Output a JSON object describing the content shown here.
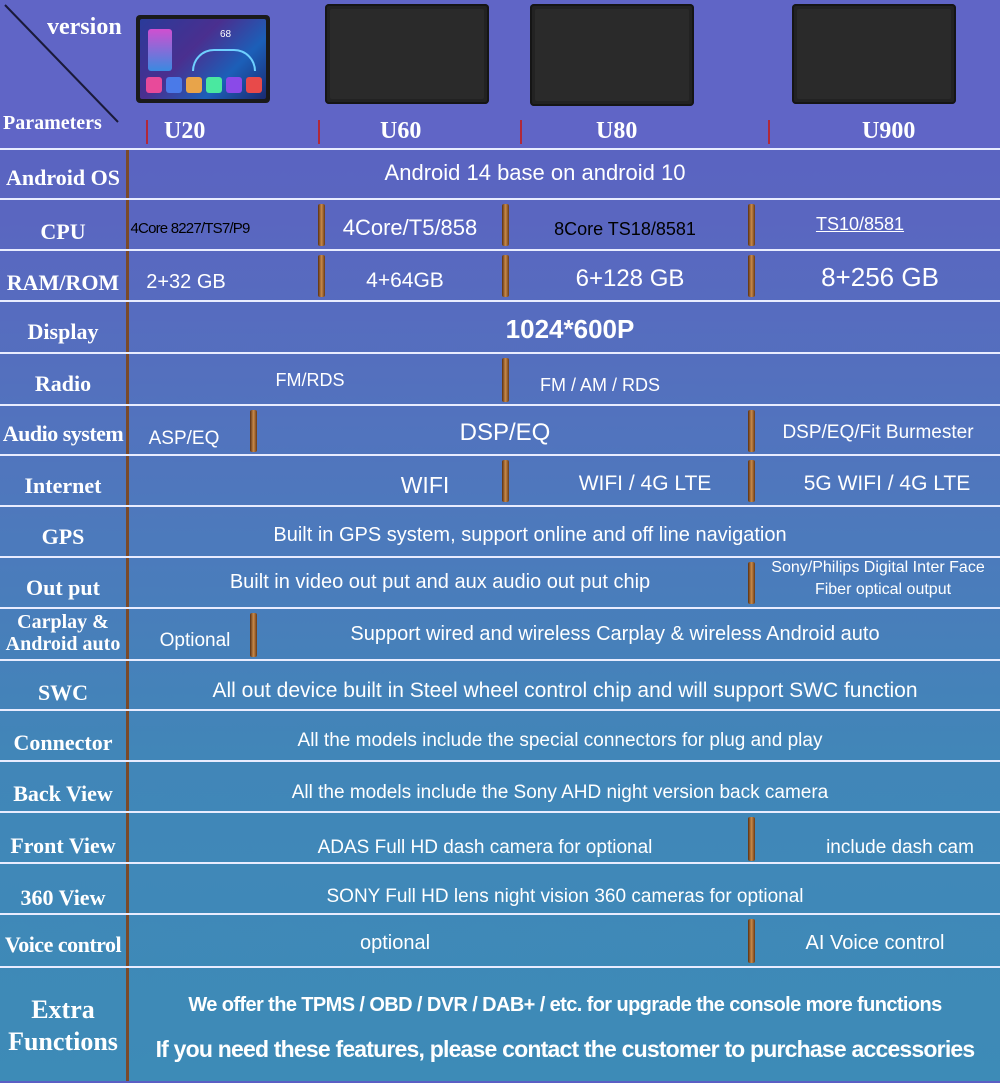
{
  "header": {
    "version_label": "version",
    "parameters_label": "Parameters",
    "models": [
      "U20",
      "U60",
      "U80",
      "U900"
    ],
    "u20_screen_clock": "68"
  },
  "rows": {
    "android_os": {
      "label": "Android OS",
      "value": "Android 14 base on android 10"
    },
    "cpu": {
      "label": "CPU",
      "u20": "4Core 8227/TS7/P9",
      "u60": "4Core/T5/858",
      "u80": "8Core TS18/8581",
      "u900": "TS10/8581"
    },
    "ram_rom": {
      "label": "RAM/ROM",
      "u20": "2+32 GB",
      "u60": "4+64GB",
      "u80": "6+128 GB",
      "u900": "8+256 GB"
    },
    "display": {
      "label": "Display",
      "value": "1024*600P"
    },
    "radio": {
      "label": "Radio",
      "left": "FM/RDS",
      "right": "FM / AM / RDS"
    },
    "audio": {
      "label": "Audio system",
      "u20": "ASP/EQ",
      "mid": "DSP/EQ",
      "u900": "DSP/EQ/Fit Burmester"
    },
    "internet": {
      "label": "Internet",
      "left": "WIFI",
      "u80": "WIFI / 4G LTE",
      "u900": "5G WIFI / 4G LTE"
    },
    "gps": {
      "label": "GPS",
      "value": "Built in GPS system, support online and off line navigation"
    },
    "output": {
      "label": "Out put",
      "left": "Built in video out put and aux audio out put chip",
      "u900_line1": "Sony/Philips Digital Inter Face",
      "u900_line2": "Fiber optical output"
    },
    "carplay": {
      "label_line1": "Carplay &",
      "label_line2": "Android  auto",
      "u20": "Optional",
      "rest": "Support wired and wireless Carplay & wireless Android auto"
    },
    "swc": {
      "label": "SWC",
      "value": "All out device built in Steel wheel control chip and will support SWC function"
    },
    "connector": {
      "label": "Connector",
      "value": "All the models include the special connectors for plug and play"
    },
    "back_view": {
      "label": "Back View",
      "value": "All the models include the Sony AHD night version back camera"
    },
    "front_view": {
      "label": "Front View",
      "left": "ADAS Full HD dash camera for optional",
      "u900": "include dash cam"
    },
    "view360": {
      "label": "360 View",
      "value": "SONY Full HD lens night vision 360 cameras for optional"
    },
    "voice": {
      "label": "Voice control",
      "left": "optional",
      "u900": "AI Voice control"
    },
    "extra": {
      "label_line1": "Extra",
      "label_line2": "Functions",
      "line1": "We offer the TPMS / OBD / DVR / DAB+ / etc. for upgrade the console more functions",
      "line2": "If you need these features, please contact the customer to purchase accessories"
    }
  },
  "colors": {
    "header_bg": "#6065c6",
    "row_divider": "#e8ecff",
    "separator": "#c88a4a",
    "model_tick": "#b0283a"
  }
}
